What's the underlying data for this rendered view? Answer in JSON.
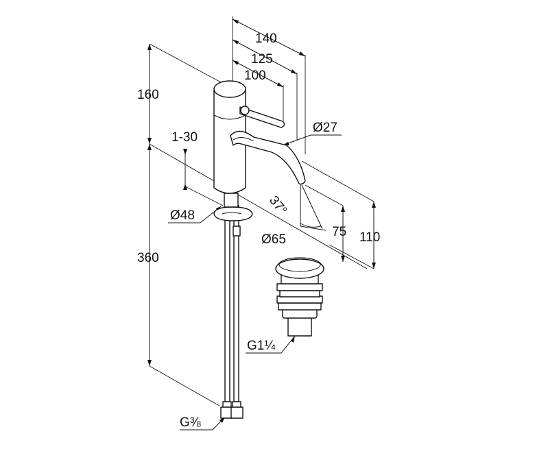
{
  "dimensions": {
    "width_140": "140",
    "width_125": "125",
    "width_100": "100",
    "height_160": "160",
    "adjust_1_30": "1-30",
    "spout_dia": "Ø27",
    "angle": "37°",
    "base_dia": "Ø48",
    "height_75": "75",
    "height_110": "110",
    "height_360": "360",
    "waste_dia": "Ø65",
    "waste_thread": "G1¼",
    "hose_thread": "G⅜"
  }
}
